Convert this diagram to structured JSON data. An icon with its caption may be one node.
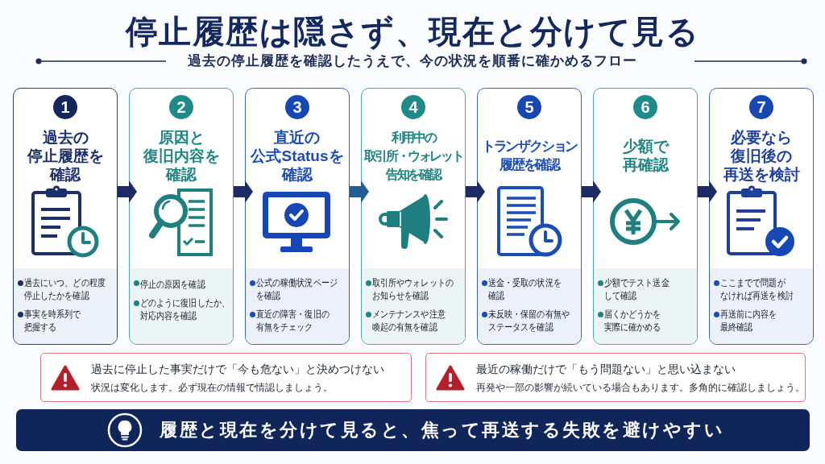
{
  "diagram": {
    "title": "停止履歴は隠さず、現在と分けて見る",
    "nodes": [
      {
        "text": [
          "1",
          "過去の停止履歴を確認",
          "過去にいつ、どの程度停止したかを確認",
          "事実を時系列で把握する"
        ]
      },
      {
        "text": [
          "2",
          "原因と復旧内容を確認",
          "停止の原因を確認",
          "どのように復旧したか、対応内容を確認"
        ]
      },
      {
        "text": [
          "3",
          "直近の公式Statusを確認",
          "公式の稼働状況ページを確認",
          "直近の障害・復旧の有無をチェック"
        ]
      },
      {
        "text": [
          "4",
          "利用中の取引所・ウォレット告知を確認",
          "取引所やウォレットのお知らせを確認",
          "メンテナンスや注意喚起の有無を確認"
        ]
      },
      {
        "text": [
          "5",
          "トランザクション履歴を確認",
          "送金・受取の状況を確認",
          "未反映・保留の有無やステータスを確認"
        ]
      },
      {
        "text": [
          "6",
          "少額で再確認",
          "少額でテスト送金して確認",
          "届くかどうかを実際に確かめる"
        ]
      },
      {
        "text": [
          "7",
          "必要なら復旧後の再送を検討",
          "ここまでで問題がなければ再送を検討",
          "再送前に内容を最終確認"
        ]
      },
      {
        "text": [
          "過去に停止した事実だけで「今も危ない」と決めつけない",
          "状況は変化します。必ず現在の情報で情認しましょう。"
        ]
      },
      {
        "text": [
          "最近の稼働だけで「もう問題ない」と思い込まない",
          "再発や一部の影響が続いている場合もあります。多角的に確認しましょう。"
        ]
      },
      {
        "text": [
          "履歴と現在を分けて見ると、焦って再送する失敗を避けやすい"
        ]
      }
    ],
    "edges": [
      {
        "from": 0,
        "to": 1,
        "arrow": "to"
      },
      {
        "from": 1,
        "to": 2,
        "arrow": "to"
      },
      {
        "from": 2,
        "to": 3,
        "arrow": "to",
        "color": "#245c93"
      },
      {
        "from": 3,
        "to": 4,
        "arrow": "to"
      },
      {
        "from": 4,
        "to": 5,
        "arrow": "to"
      },
      {
        "from": 5,
        "to": 6,
        "arrow": "to"
      }
    ],
    "labels": [
      "過去の停止履歴を確認したうえで、今の状況を順番に確かめるフロー"
    ]
  }
}
